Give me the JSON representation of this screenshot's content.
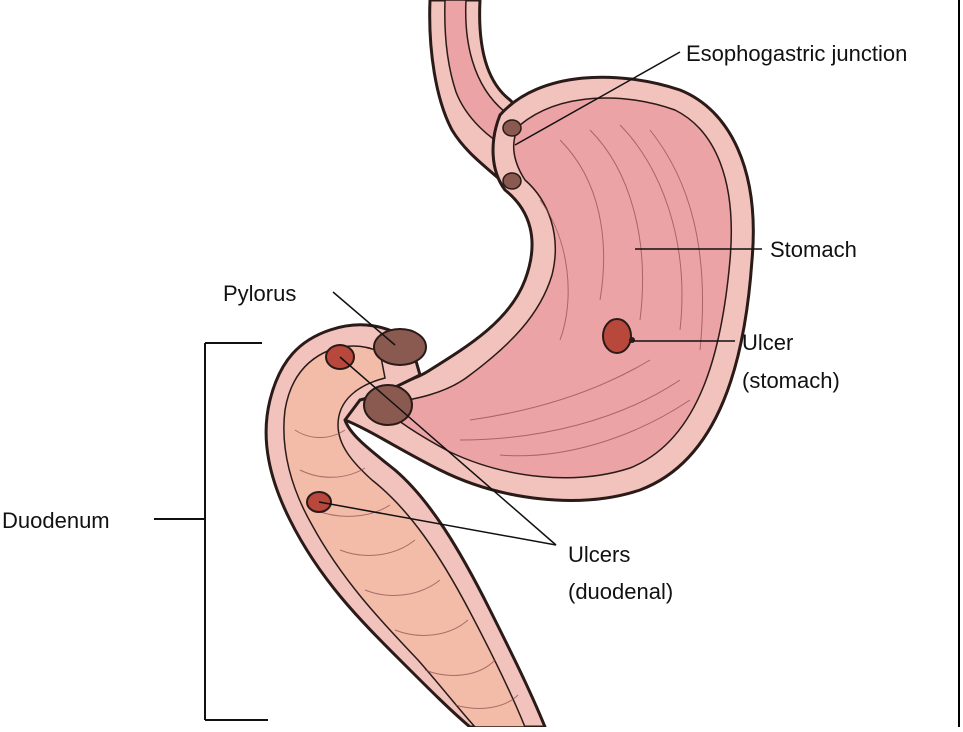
{
  "labels": {
    "esophagastric_junction": "Esophogastric junction",
    "stomach": "Stomach",
    "pylorus": "Pylorus",
    "ulcer_stomach_line1": "Ulcer",
    "ulcer_stomach_line2": "(stomach)",
    "duodenum": "Duodenum",
    "ulcers_duodenal_line1": "Ulcers",
    "ulcers_duodenal_line2": "(duodenal)"
  },
  "colors": {
    "outer_wall": "#f2c2bc",
    "stomach_lumen": "#eba3a6",
    "duodenum_lumen": "#f3bca9",
    "ulcer": "#b8473c",
    "pylorus_muscle": "#8a5a50",
    "outline": "#2a1a18"
  }
}
